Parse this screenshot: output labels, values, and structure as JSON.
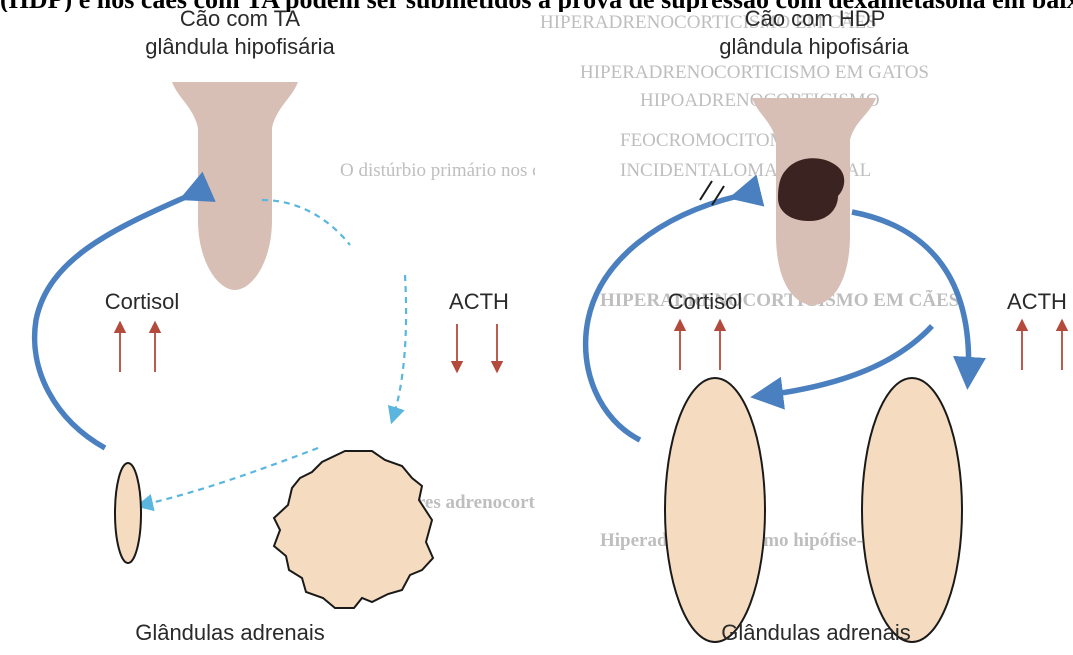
{
  "page_heading": "(HDP) e nos cães com TA podem ser submetidos à prova de supressão com dexametasona em baixa dose (ACTH).",
  "left_panel": {
    "title_line1": "Cão com TA",
    "title_line2": "glândula hipofisária",
    "hormone_left": "Cortisol",
    "hormone_right": "ACTH",
    "cortisol_trend": "up",
    "acth_trend": "down",
    "bottom_label": "Glândulas adrenais"
  },
  "right_panel": {
    "title_line1": "Cão com HDP",
    "title_line2": "glândula hipofisária",
    "hormone_left": "Cortisol",
    "hormone_right": "ACTH",
    "cortisol_trend": "up",
    "acth_trend": "up",
    "bottom_label": "Glândulas adrenais"
  },
  "background_page_lines": [
    "HIPERADRENOCORTICISMO EM CÃES",
    "HIPERADRENOCORTICISMO EM GATOS",
    "HIPOADRENOCORTICISMO",
    "FEOCROMOCITOMA",
    "INCIDENTALOMA ADRENAL",
    "HIPERADRENOCORTICISMO EM CÃES",
    "O distúrbio primário nos cães com HDP é a secreção de ACTH",
    "Tumores adrenocorticais",
    "Hiperadrenocorticismo hipófise-dependente"
  ],
  "colors": {
    "gland_fill": "#d8bfb5",
    "adrenal_fill": "#f5dcc0",
    "arrow_blue": "#4a7fc0",
    "dashed_blue": "#5ab6de",
    "small_arrow": "#b44a3c",
    "tumor_fill": "#3a2320"
  }
}
